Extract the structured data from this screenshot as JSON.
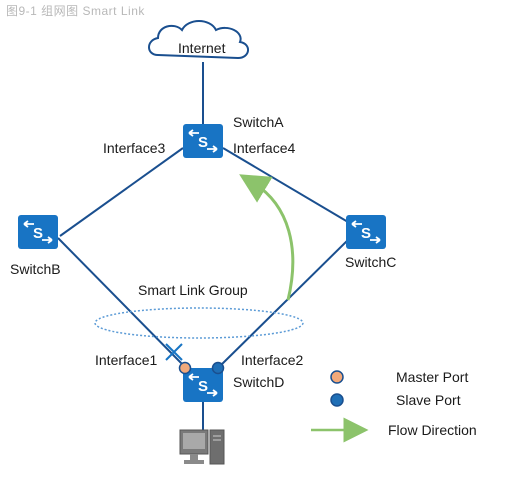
{
  "header_text": "图9-1  组网图 Smart Link",
  "internet": {
    "label": "Internet"
  },
  "switches": {
    "a": {
      "name": "SwitchA",
      "glyph": "S"
    },
    "b": {
      "name": "SwitchB",
      "glyph": "S"
    },
    "c": {
      "name": "SwitchC",
      "glyph": "S"
    },
    "d": {
      "name": "SwitchD",
      "glyph": "S"
    }
  },
  "interfaces": {
    "i1": "Interface1",
    "i2": "Interface2",
    "i3": "Interface3",
    "i4": "Interface4"
  },
  "smart_link_group": "Smart Link Group",
  "legend": {
    "master": {
      "label": "Master Port",
      "color": "#f2a97a"
    },
    "slave": {
      "label": "Slave Port",
      "color": "#1f6fb6"
    },
    "flow": {
      "label": "Flow Direction",
      "color": "#8cc36b"
    }
  },
  "colors": {
    "link": "#1a4f8f",
    "switch_fill": "#1874c4",
    "cloud_stroke": "#1a4f8f",
    "blocked": "#1874c4"
  }
}
